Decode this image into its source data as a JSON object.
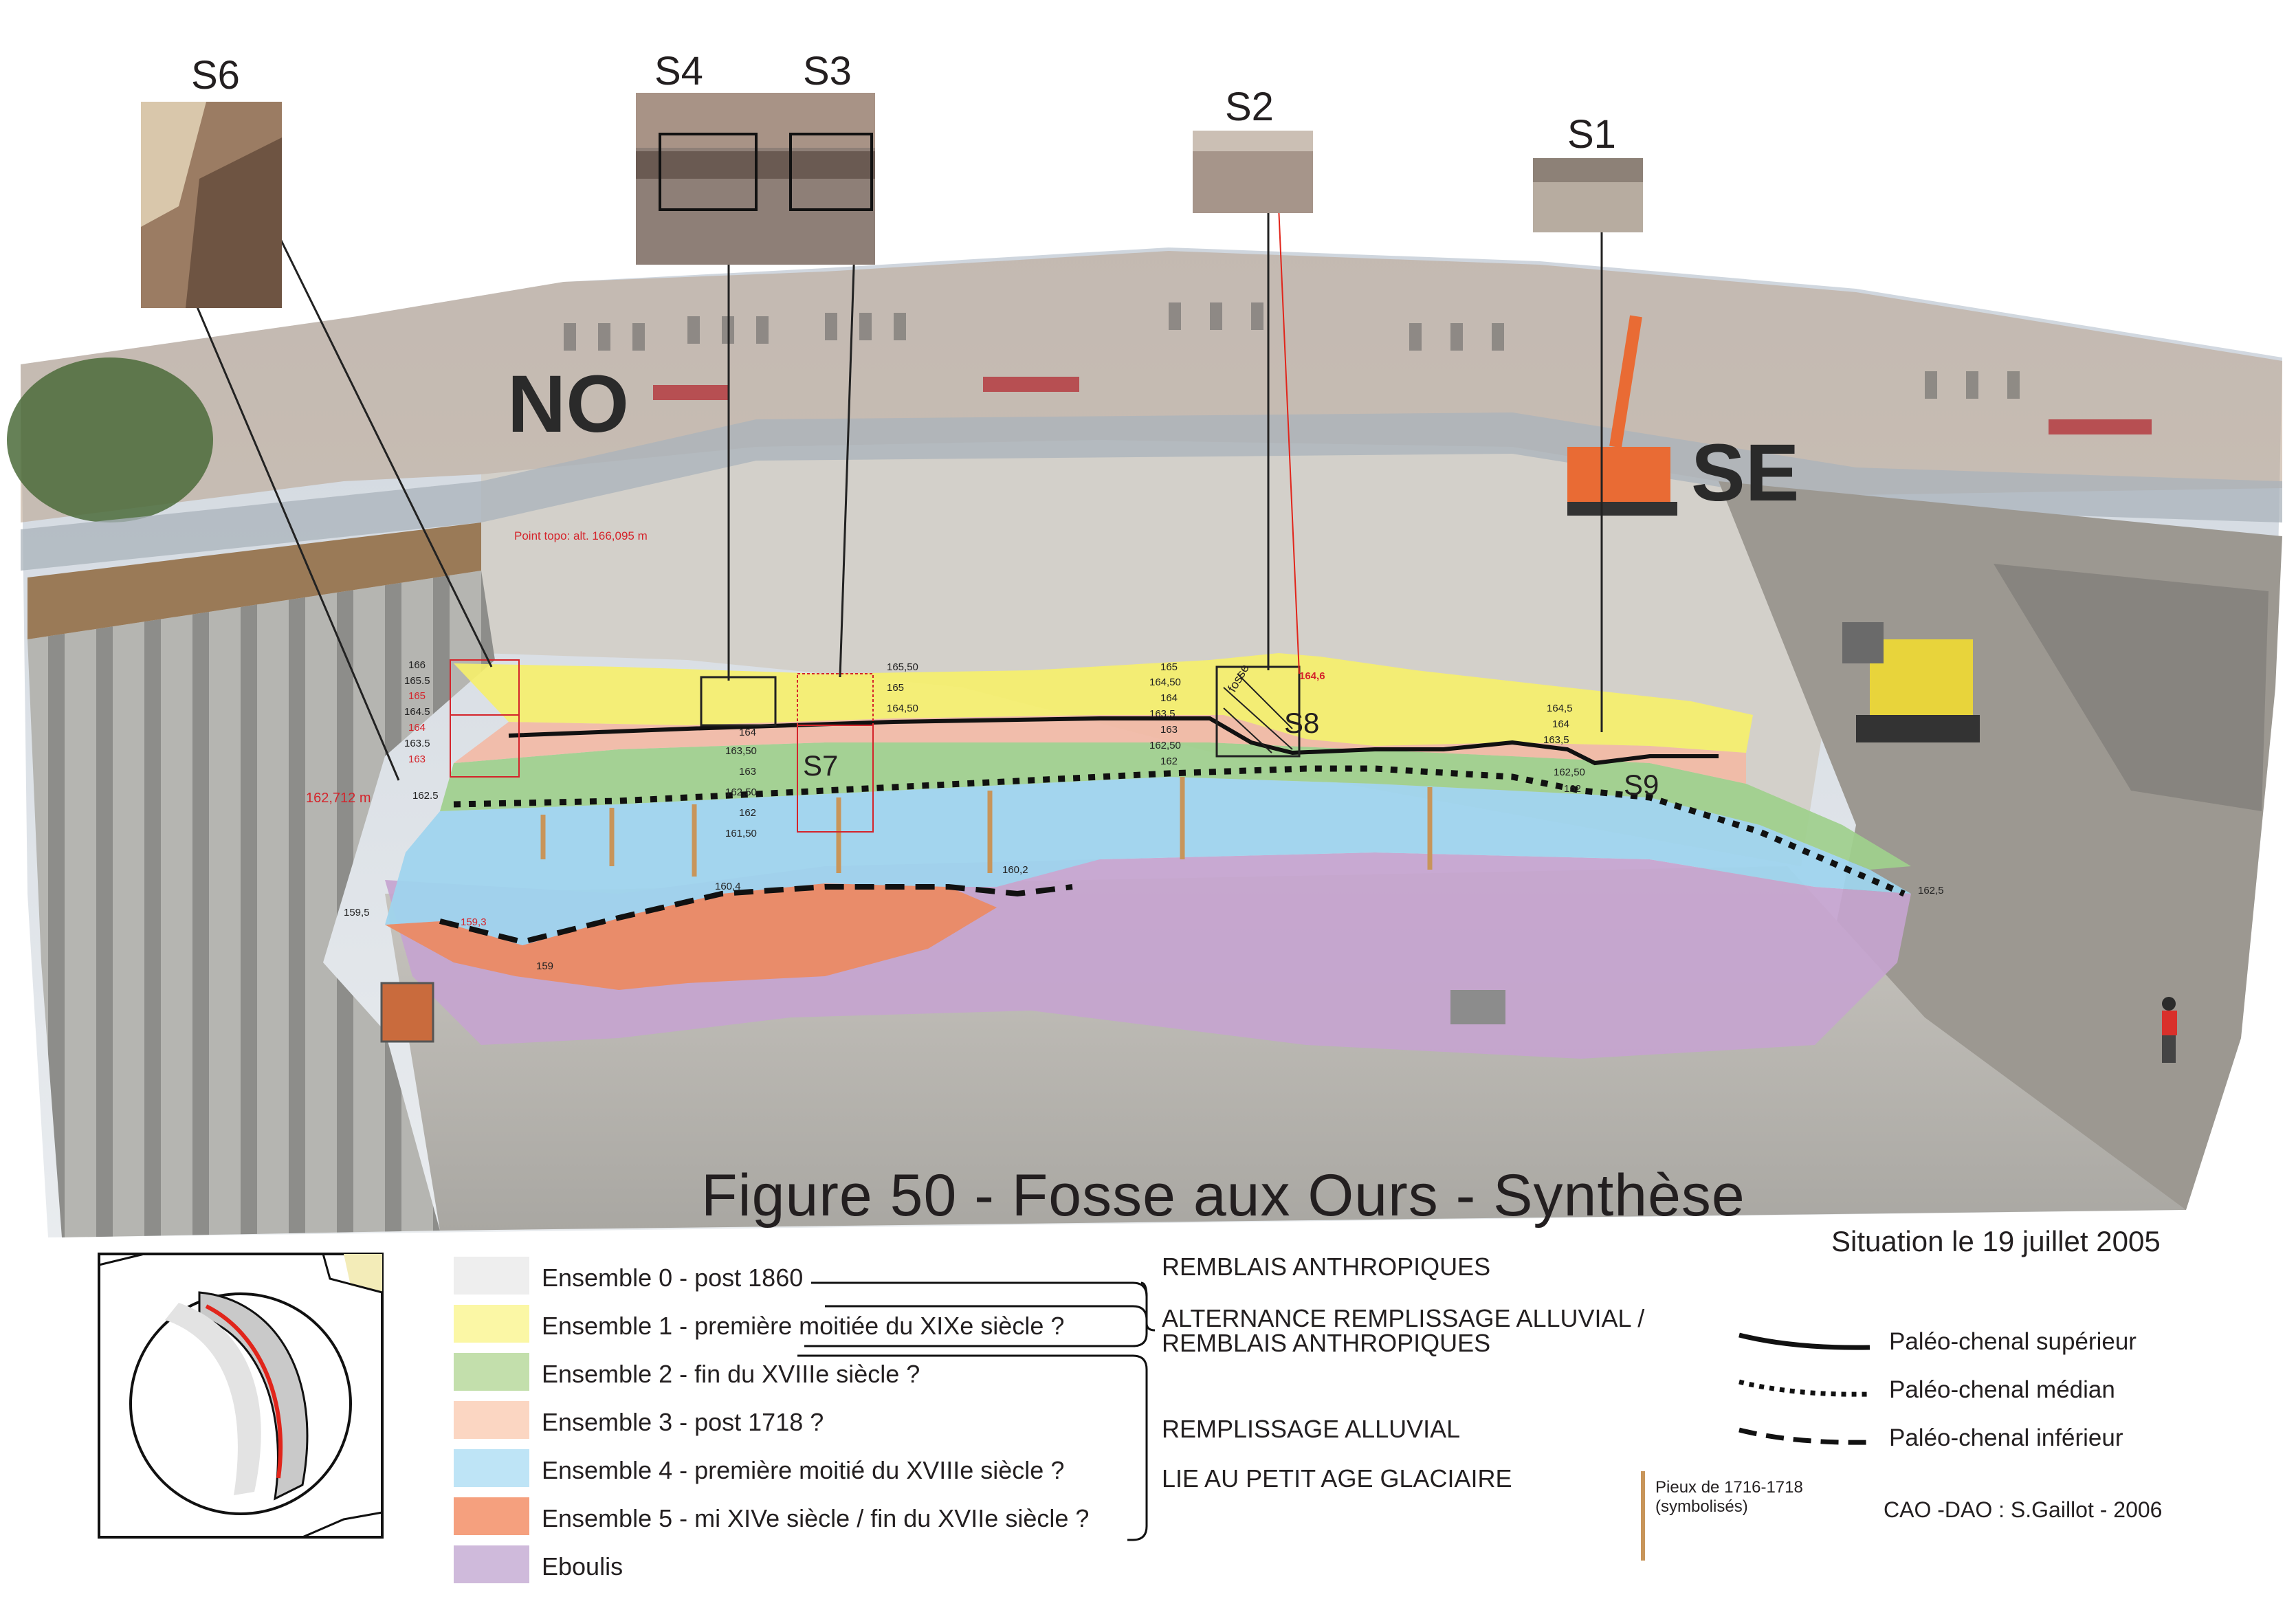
{
  "title": "Figure 50 - Fosse aux Ours - Synthèse",
  "situation": "Situation le 19 juillet 2005",
  "orientation": {
    "left": "NO",
    "right": "SE"
  },
  "photo_labels": [
    "S6",
    "S4",
    "S3",
    "S2",
    "S1"
  ],
  "section_labels": [
    "S7",
    "S8",
    "S9"
  ],
  "fosse_label": "fosse",
  "topo_point": "Point topo: alt. 166,095 m",
  "left_elevation": "162,712 m",
  "elevations_s6": [
    "166",
    "165.5",
    "165",
    "164.5",
    "164",
    "163.5",
    "163",
    "162.5"
  ],
  "elevations_s4_s3": [
    "165,50",
    "165",
    "164,50",
    "164",
    "163,50",
    "163",
    "162,50",
    "162",
    "161,50"
  ],
  "elevations_s8": [
    "165",
    "164,50",
    "164",
    "163,5",
    "163",
    "162,50",
    "162"
  ],
  "elevations_s8_red": "164,6",
  "elevations_s9": [
    "164,5",
    "164",
    "163,5",
    "162,50",
    "162"
  ],
  "elevations_misc": [
    "159,5",
    "159,3",
    "159",
    "160,4",
    "160,2",
    "162,5"
  ],
  "legend": [
    {
      "label": "Ensemble 0 - post 1860",
      "color": "#eeeeee"
    },
    {
      "label": "Ensemble 1 - première moitiée du XIXe siècle ?",
      "color": "#fbf7a5"
    },
    {
      "label": "Ensemble 2 - fin du XVIIIe siècle ?",
      "color": "#c3dfac"
    },
    {
      "label": "Ensemble 3 - post 1718 ?",
      "color": "#fbd6c2"
    },
    {
      "label": "Ensemble 4 - première moitié du XVIIIe siècle ?",
      "color": "#bee4f6"
    },
    {
      "label": "Ensemble 5 - mi XIVe siècle / fin du XVIIe siècle ?",
      "color": "#f5a07e"
    },
    {
      "label": "Eboulis",
      "color": "#cfbadb"
    }
  ],
  "groups": [
    {
      "label": "REMBLAIS ANTHROPIQUES"
    },
    {
      "label": "ALTERNANCE REMPLISSAGE ALLUVIAL / REMBLAIS ANTHROPIQUES"
    },
    {
      "label": "REMPLISSAGE ALLUVIAL"
    },
    {
      "label": "LIE AU PETIT AGE GLACIAIRE"
    }
  ],
  "paleo_channels": [
    {
      "label": "Paléo-chenal supérieur",
      "style": "solid"
    },
    {
      "label": "Paléo-chenal médian",
      "style": "dotted"
    },
    {
      "label": "Paléo-chenal inférieur",
      "style": "dashed"
    }
  ],
  "piles": {
    "label": "Pieux de 1716-1718",
    "sub": "(symbolisés)",
    "color": "#c8955a"
  },
  "credit": "CAO -DAO : S.Gaillot - 2006",
  "colors": {
    "ensemble1": "#f6ef6a",
    "ensemble2": "#9fd08d",
    "ensemble3": "#f3b9a4",
    "ensemble4": "#9ed4ee",
    "ensemble5": "#ec8a62",
    "eboulis": "#c5a4cf",
    "pile": "#c8955a",
    "red_line": "#e1251b"
  }
}
